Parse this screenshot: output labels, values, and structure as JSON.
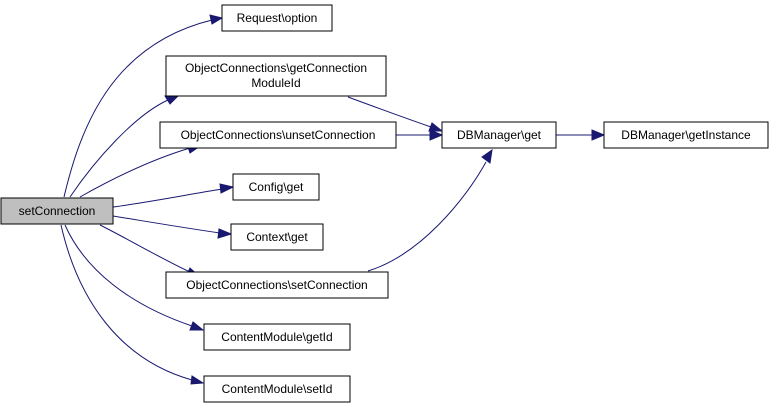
{
  "colors": {
    "edge": "#191970",
    "root_fill": "#bfbfbf",
    "node_fill": "#ffffff",
    "node_border": "#000000"
  },
  "nodes": {
    "root": {
      "label": "setConnection"
    },
    "request_option": {
      "label": "Request\\option"
    },
    "get_connection_module_id": {
      "label_line1": "ObjectConnections\\getConnection",
      "label_line2": "ModuleId"
    },
    "unset_connection": {
      "label": "ObjectConnections\\unsetConnection"
    },
    "config_get": {
      "label": "Config\\get"
    },
    "context_get": {
      "label": "Context\\get"
    },
    "oc_set_connection": {
      "label": "ObjectConnections\\setConnection"
    },
    "content_module_get_id": {
      "label": "ContentModule\\getId"
    },
    "content_module_set_id": {
      "label": "ContentModule\\setId"
    },
    "db_manager_get": {
      "label": "DBManager\\get"
    },
    "db_manager_get_instance": {
      "label": "DBManager\\getInstance"
    }
  }
}
